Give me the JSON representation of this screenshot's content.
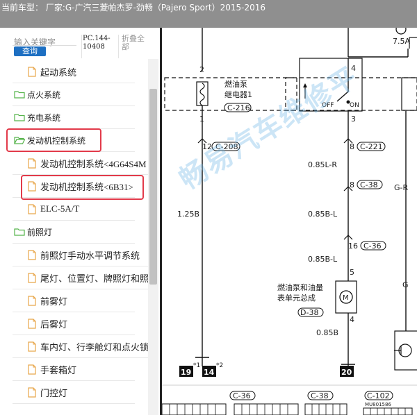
{
  "header": {
    "title": "当前车型：  厂家:G-广汽三菱帕杰罗-劲畅（Pajero Sport）2015-2016"
  },
  "search": {
    "placeholder": "输入关键字",
    "query_button": "查询",
    "doc_code": "PC.144-10408",
    "collapse_all": "折叠全部"
  },
  "tree": {
    "items": [
      {
        "label": "起动系统",
        "type": "file"
      },
      {
        "label": "点火系统",
        "type": "folder"
      },
      {
        "label": "充电系统",
        "type": "folder"
      },
      {
        "label": "发动机控制系统",
        "type": "folder"
      },
      {
        "label": "发动机控制系统<4G64S4M",
        "type": "file"
      },
      {
        "label": "发动机控制系统<6B31>",
        "type": "file"
      },
      {
        "label": "ELC-5A/T",
        "type": "file"
      },
      {
        "label": "前照灯",
        "type": "folder"
      },
      {
        "label": "前照灯手动水平调节系统",
        "type": "file"
      },
      {
        "label": "尾灯、位置灯、牌照灯和照",
        "type": "file"
      },
      {
        "label": "前雾灯",
        "type": "file"
      },
      {
        "label": "后雾灯",
        "type": "file"
      },
      {
        "label": "车内灯、行李舱灯和点火锁",
        "type": "file"
      },
      {
        "label": "手套箱灯",
        "type": "file"
      },
      {
        "label": "门控灯",
        "type": "file"
      }
    ]
  },
  "diagram": {
    "fuse_rating": "7.5A",
    "relay_name_line1": "燃油泵",
    "relay_name_line2": "继电器1",
    "relay_connector": "C-216",
    "switch_off": "OFF",
    "switch_on": "ON",
    "pin_2": "2",
    "pin_1": "1",
    "pin_4": "4",
    "pin_3": "3",
    "pin_12": "12",
    "conn_c208": "C-208",
    "pin_8a": "8",
    "conn_c221": "C-221",
    "wire_085lr": "0.85L-R",
    "pin_8b": "8",
    "conn_c38a": "C-38",
    "wire_gr": "G-R",
    "wire_125b": "1.25B",
    "wire_085bl_1": "0.85B-L",
    "pin_16": "16",
    "conn_c36a": "C-36",
    "wire_085bl_2": "0.85B-L",
    "pin_5": "5",
    "unit_line1": "燃油泵和油量",
    "unit_line2": "表单元总成",
    "conn_d38": "D-38",
    "pin_4b": "4",
    "wire_g": "G",
    "wire_085b": "0.85B",
    "ground_19": "19",
    "ground_19_mark": "*1",
    "ground_14": "14",
    "ground_14_mark": "*2",
    "ground_20": "20",
    "conn_c36b": "C-36",
    "conn_c38b": "C-38",
    "conn_c102": "C-102",
    "figure_code": "MU801586",
    "watermark": "畅易汽车维修平"
  }
}
